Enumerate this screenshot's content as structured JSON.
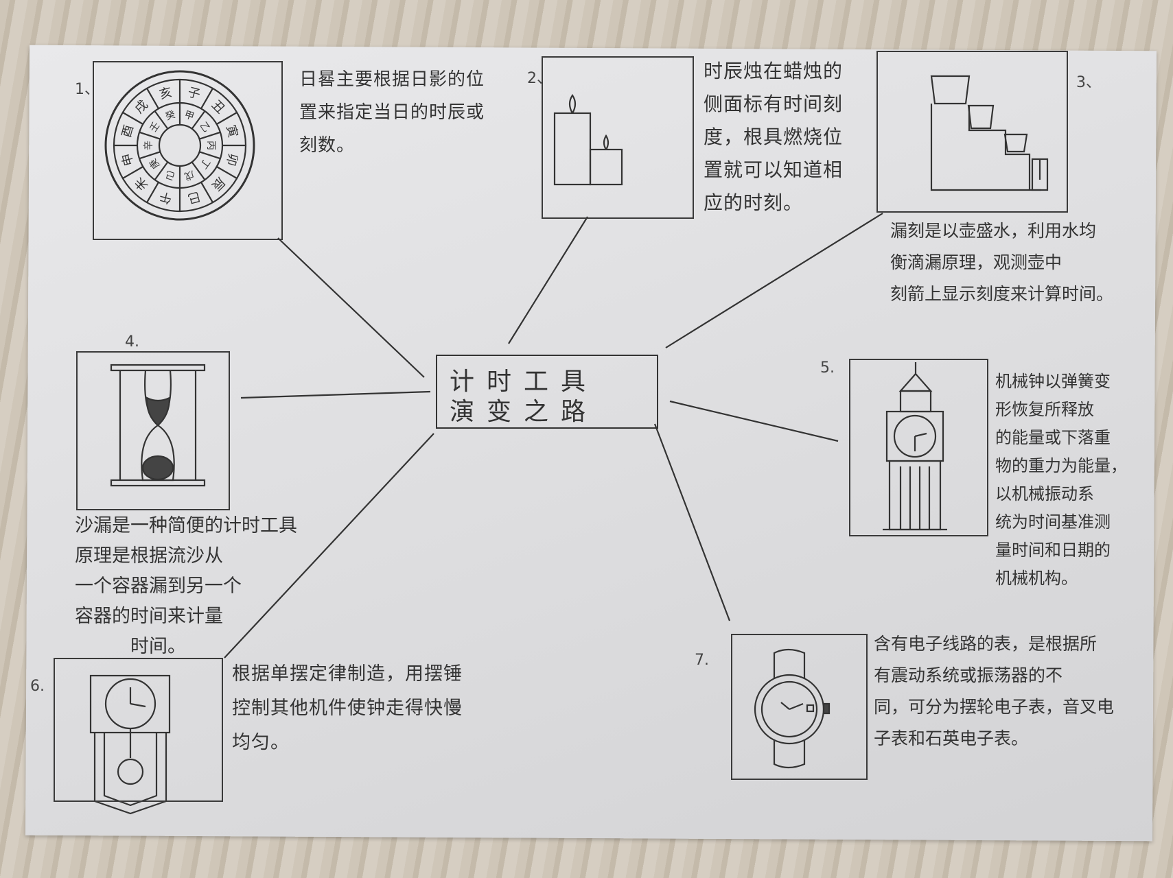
{
  "title": {
    "line1": "计时工具",
    "line2": "演变之路"
  },
  "nodes": [
    {
      "number": "1、",
      "tool": "sundial",
      "text": "日晷主要根据日影的位\n置来指定当日的时辰或\n刻数。"
    },
    {
      "number": "2、",
      "tool": "candle-clock",
      "text": "时辰烛在蜡烛的\n侧面标有时间刻\n度，根具燃烧位\n置就可以知道相\n应的时刻。"
    },
    {
      "number": "3、",
      "tool": "water-clock",
      "text": "漏刻是以壶盛水，利用水均\n衡滴漏原理，观测壶中\n刻箭上显示刻度来计算时间。"
    },
    {
      "number": "4.",
      "tool": "hourglass",
      "text": "沙漏是一种简便的计时工具\n原理是根据流沙从\n一个容器漏到另一个\n容器的时间来计量\n　　　时间。"
    },
    {
      "number": "5.",
      "tool": "mechanical-clock",
      "text": "机械钟以弹簧变\n形恢复所释放\n的能量或下落重\n物的重力为能量，\n以机械振动系\n统为时间基准测\n量时间和日期的\n机械机构。"
    },
    {
      "number": "6.",
      "tool": "pendulum-clock",
      "text": "根据单摆定律制造，用摆锤\n控制其他机件使钟走得快慢\n均匀。"
    },
    {
      "number": "7.",
      "tool": "electronic-watch",
      "text": "含有电子线路的表，是根据所\n有震动系统或振荡器的不\n同，可分为摆轮电子表，音叉电\n子表和石英电子表。"
    }
  ],
  "sundial": {
    "outer_ring": [
      "子",
      "丑",
      "寅",
      "卯",
      "辰",
      "巳",
      "午",
      "未",
      "申",
      "酉",
      "戌",
      "亥"
    ],
    "inner_ring": [
      "甲",
      "乙",
      "丙",
      "丁",
      "戊",
      "己",
      "庚",
      "辛",
      "壬",
      "癸"
    ]
  },
  "colors": {
    "pencil": "#333333",
    "paper": "#e4e4e6",
    "desk": "#c9bfb0"
  }
}
